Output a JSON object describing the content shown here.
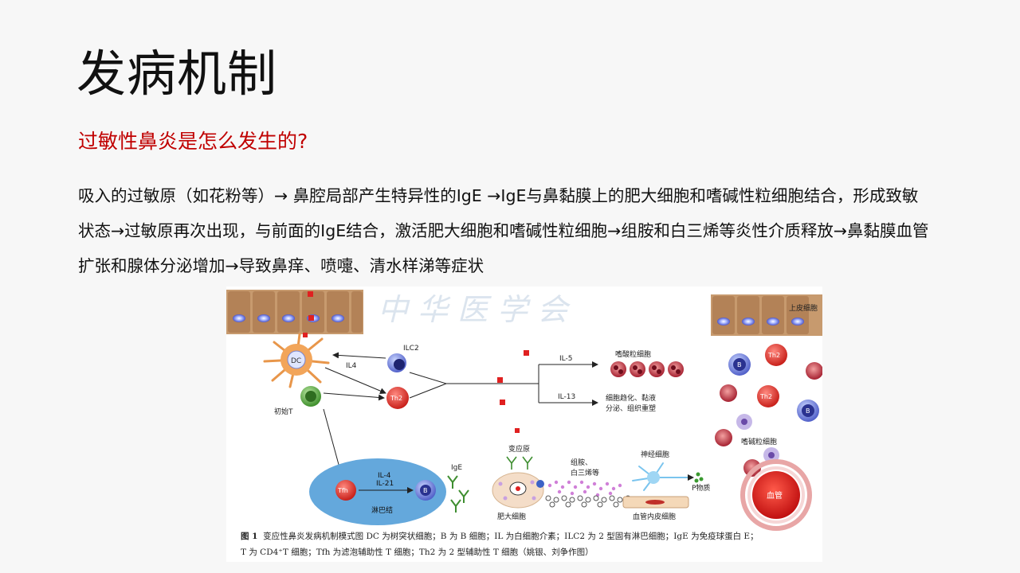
{
  "slide": {
    "title": "发病机制",
    "subtitle": "过敏性鼻炎是怎么发生的?",
    "body": "吸入的过敏原（如花粉等）→ 鼻腔局部产生特异性的IgE →IgE与鼻黏膜上的肥大细胞和嗜碱性粒细胞结合，形成致敏状态→过敏原再次出现，与前面的IgE结合，激活肥大细胞和嗜碱性粒细胞→组胺和白三烯等炎性介质释放→鼻黏膜血管扩张和腺体分泌增加→导致鼻痒、喷嚏、清水样涕等症状"
  },
  "figure": {
    "labels": {
      "epithelial": "上皮细胞",
      "ilc2": "ILC2",
      "dc": "DC",
      "il4_top": "IL4",
      "naive_t": "初始T",
      "th2": "Th2",
      "il5": "IL-5",
      "il13": "IL-13",
      "eosinophil": "嗜酸粒细胞",
      "effect_line1": "细胞趋化、黏液",
      "effect_line2": "分泌、组织重塑",
      "b": "B",
      "th2_right": "Th2",
      "basophil": "嗜碱粒细胞",
      "blood": "血管",
      "il4_ln": "IL-4",
      "il21_ln": "IL-21",
      "tfh": "Tfh",
      "ige": "IgE",
      "lymph_node": "淋巴结",
      "allergen": "变应原",
      "mast_cell": "肥大细胞",
      "mediator_line1": "组胺、",
      "mediator_line2": "白三烯等",
      "nerve_cell": "神经细胞",
      "substance_p": "P物质",
      "endothelial": "血管内皮细胞"
    },
    "caption": {
      "prefix": "图 1",
      "line1": "变应性鼻炎发病机制模式图    DC 为树突状细胞；B 为 B 细胞；IL 为白细胞介素；ILC2 为 2 型固有淋巴细胞；IgE 为免疫球蛋白 E；",
      "line2": "T 为 CD4⁺T 细胞；Tfh 为滤泡辅助性 T 细胞；Th2 为 2 型辅助性 T 细胞（姚银、刘争作图）"
    }
  },
  "colors": {
    "accent": "#c00000",
    "lymph_node_fill": "#64a8dc",
    "th2_fill": "#d9302a",
    "blood_vessel_fill": "#d42020"
  }
}
